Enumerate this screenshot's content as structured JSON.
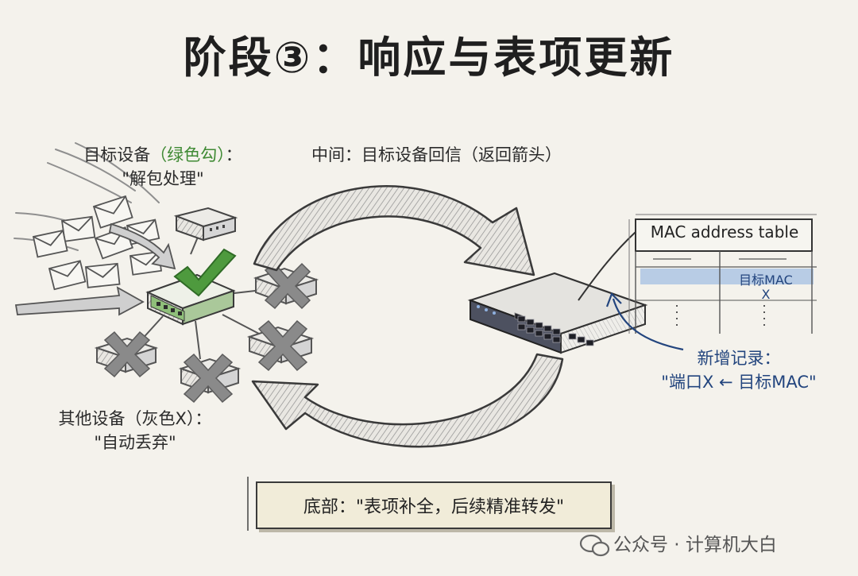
{
  "title": "阶段③：响应与表项更新",
  "left_top_label": {
    "line1_prefix": "目标设备",
    "line1_green": "（绿色勾）",
    "line1_suffix": "：",
    "line2": "\"解包处理\""
  },
  "center_label": "中间：目标设备回信（返回箭头）",
  "left_bottom_label": {
    "line1": "其他设备（灰色X）：",
    "line2": "\"自动丢弃\""
  },
  "mac_table": {
    "title": "MAC address table",
    "entry_line1": "目标MAC",
    "entry_line2": "X"
  },
  "right_label": {
    "line1": "新增记录：",
    "line2": "\"端口X ← 目标MAC\""
  },
  "footer": "底部：\"表项补全，后续精准转发\"",
  "watermark": "公众号 · 计算机大白",
  "colors": {
    "check_green": "#3f8a34",
    "cross_gray": "#8a8a8a",
    "annotation_blue": "#23457e",
    "highlight_blue": "#a9c2e4"
  }
}
